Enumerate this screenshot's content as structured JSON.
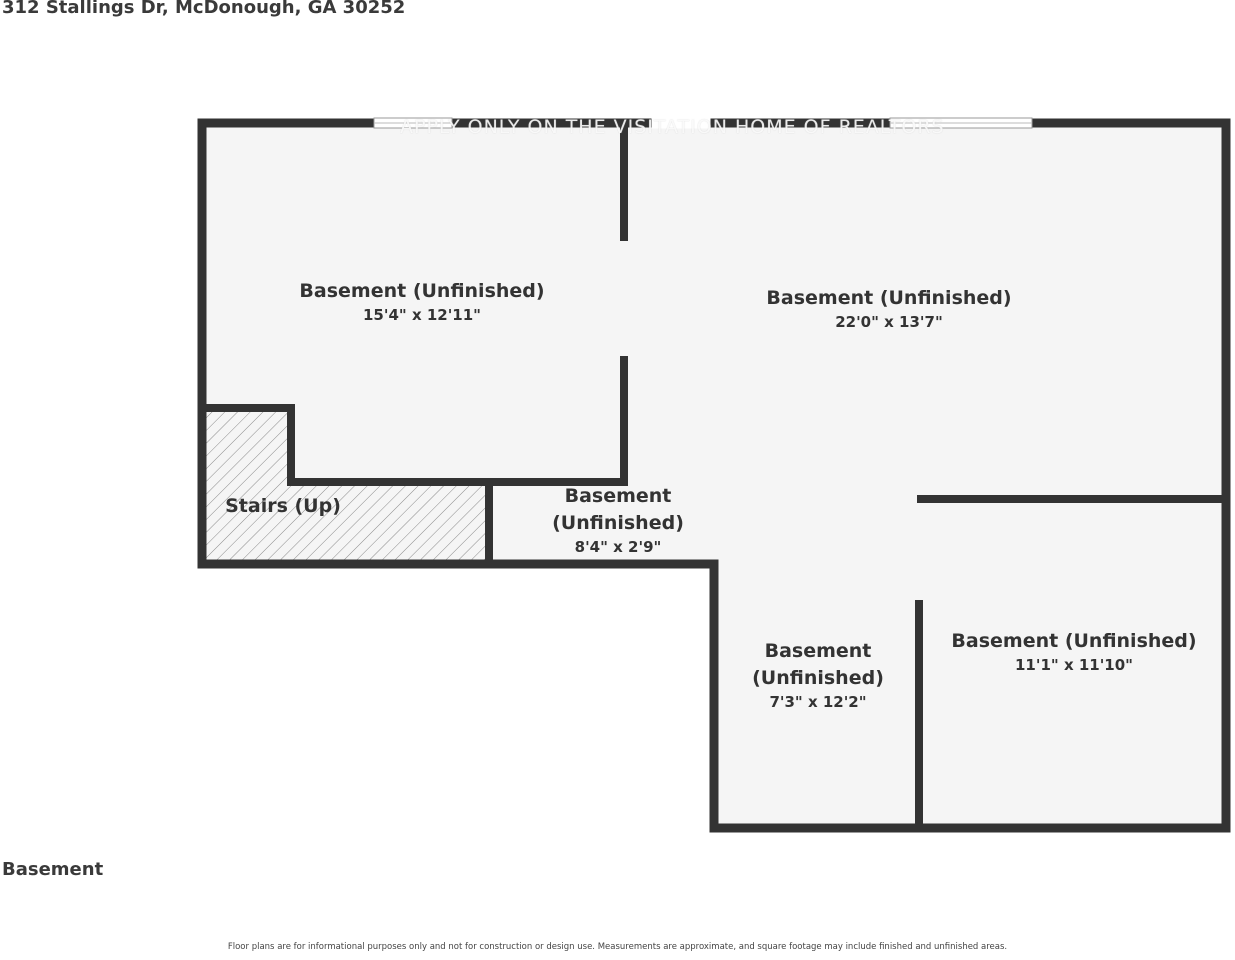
{
  "header": {
    "address": "312 Stallings Dr, McDonough, GA 30252"
  },
  "floor": {
    "label": "Basement"
  },
  "watermark": {
    "text": "APPLY ONLY ON THE VISITATION HOME OF REALTORS"
  },
  "rooms": [
    {
      "name": "Basement (Unfinished)",
      "dimensions": "15'4\" x 12'11\""
    },
    {
      "name": "Basement (Unfinished)",
      "dimensions": "22'0\" x 13'7\""
    },
    {
      "name": "Stairs (Up)",
      "dimensions": ""
    },
    {
      "name": "Basement",
      "name2": "(Unfinished)",
      "dimensions": "8'4\" x 2'9\""
    },
    {
      "name": "Basement",
      "name2": "(Unfinished)",
      "dimensions": "7'3\" x 12'2\""
    },
    {
      "name": "Basement (Unfinished)",
      "dimensions": "11'1\" x 11'10\""
    }
  ],
  "footer": {
    "disclaimer": "Floor plans are for informational purposes only and not for construction or design use. Measurements are approximate, and square footage may include finished and unfinished areas."
  },
  "colors": {
    "wall": "#333333",
    "floor": "#f5f5f5",
    "hatch": "#888888"
  }
}
